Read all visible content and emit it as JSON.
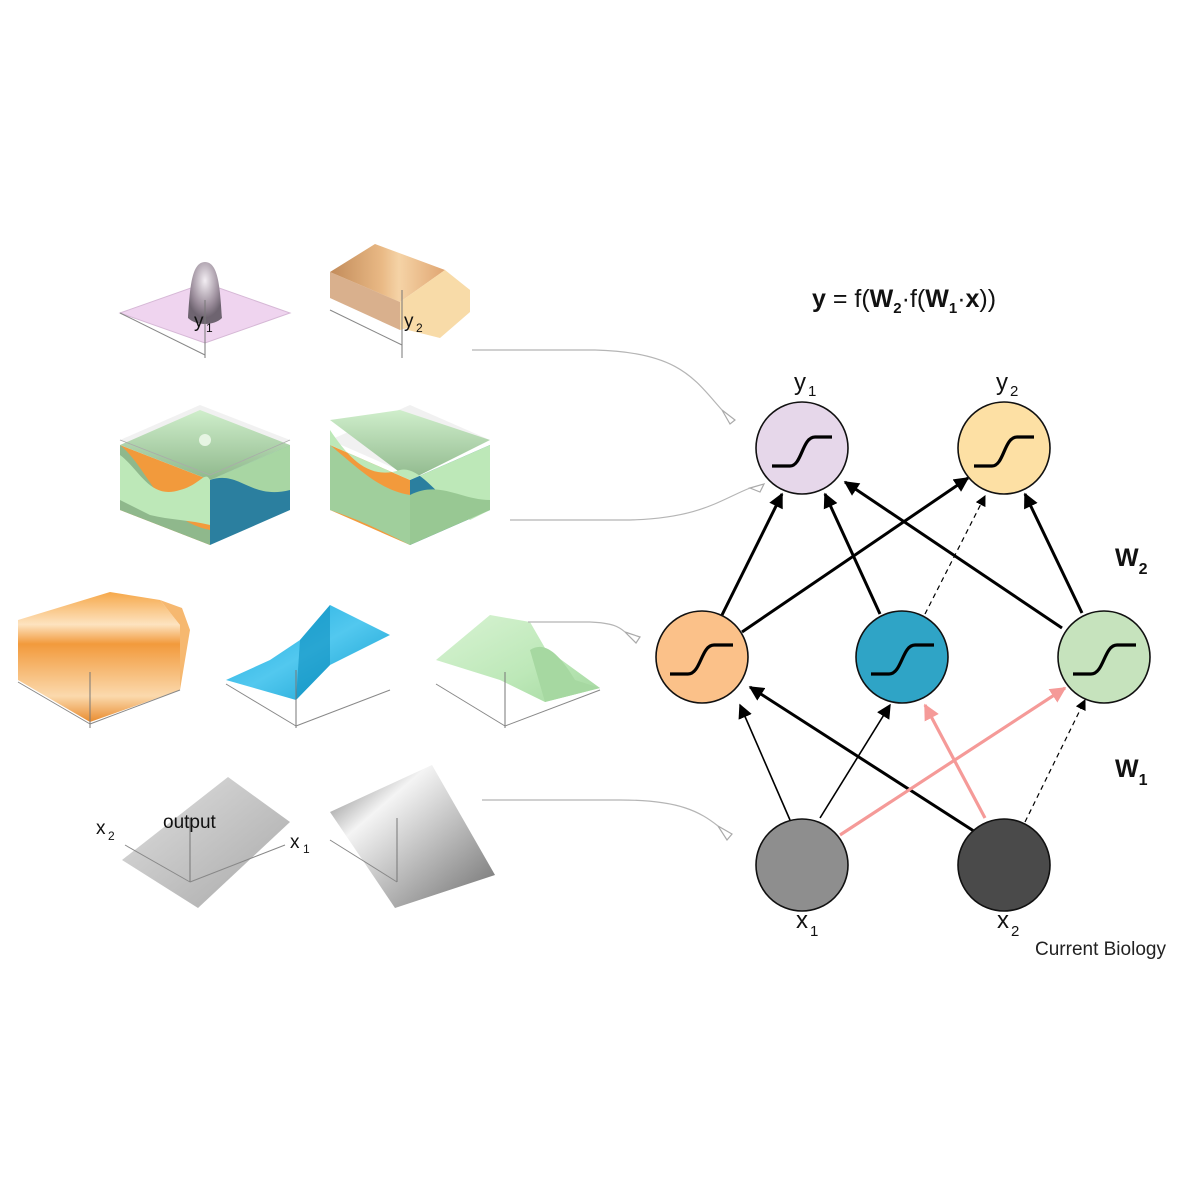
{
  "equation": {
    "y": "y",
    "eq": " = f(",
    "w2": "W",
    "w2_sub": "2",
    "mid": "·f(",
    "w1": "W",
    "w1_sub": "1",
    "dot": "·",
    "x": "x",
    "close": "))"
  },
  "nodes": {
    "y1": {
      "label": "y",
      "sub": "1",
      "color": "#e6d7ea"
    },
    "y2": {
      "label": "y",
      "sub": "2",
      "color": "#fde0a4"
    },
    "h_orange": {
      "color": "#fbc189"
    },
    "h_blue": {
      "color": "#2fa4c6"
    },
    "h_green": {
      "color": "#c6e3bd"
    },
    "x1": {
      "label": "x",
      "sub": "1",
      "color": "#8e8e8e"
    },
    "x2": {
      "label": "x",
      "sub": "2",
      "color": "#4a4a4a"
    }
  },
  "weights": {
    "w2": {
      "label": "W",
      "sub": "2"
    },
    "w1": {
      "label": "W",
      "sub": "1"
    }
  },
  "plots": {
    "y1_label": "y",
    "y1_sub": "1",
    "y2_label": "y",
    "y2_sub": "2",
    "input_x2": "x",
    "input_x2_sub": "2",
    "input_output": "output",
    "input_x1": "x",
    "input_x1_sub": "1"
  },
  "colors": {
    "negative_weight": "#f59a98",
    "positive_weight": "#000000",
    "orange": "#f29a3c",
    "blue": "#1fb3e3",
    "green": "#bde8b8",
    "pink_plane": "#efd4ef",
    "tan_plane": "#f8dba8",
    "cube_blue": "#2b7f9f"
  },
  "credit": "Current Biology"
}
